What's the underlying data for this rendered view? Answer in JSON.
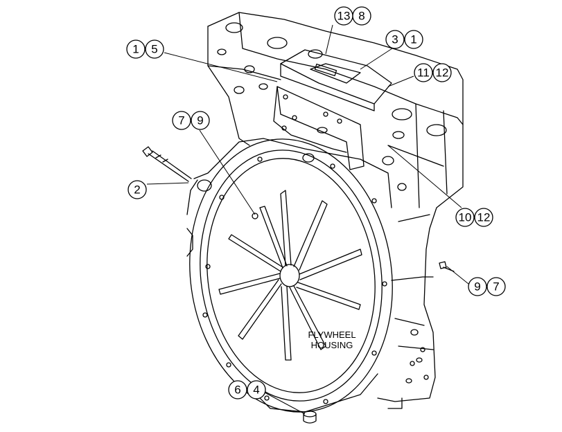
{
  "diagram": {
    "housing_label_lines": [
      "FLYWHEEL",
      "HOUSING"
    ],
    "line_color": "#000000",
    "background": "#ffffff",
    "callouts": [
      {
        "id": "c1",
        "numbers": [
          "13",
          "8"
        ]
      },
      {
        "id": "c2",
        "numbers": [
          "1",
          "5"
        ]
      },
      {
        "id": "c3",
        "numbers": [
          "3",
          "1"
        ]
      },
      {
        "id": "c4",
        "numbers": [
          "11",
          "12"
        ]
      },
      {
        "id": "c5",
        "numbers": [
          "7",
          "9"
        ]
      },
      {
        "id": "c6",
        "numbers": [
          "2"
        ]
      },
      {
        "id": "c7",
        "numbers": [
          "10",
          "12"
        ]
      },
      {
        "id": "c8",
        "numbers": [
          "9",
          "7"
        ]
      },
      {
        "id": "c9",
        "numbers": [
          "6",
          "4"
        ]
      }
    ]
  }
}
